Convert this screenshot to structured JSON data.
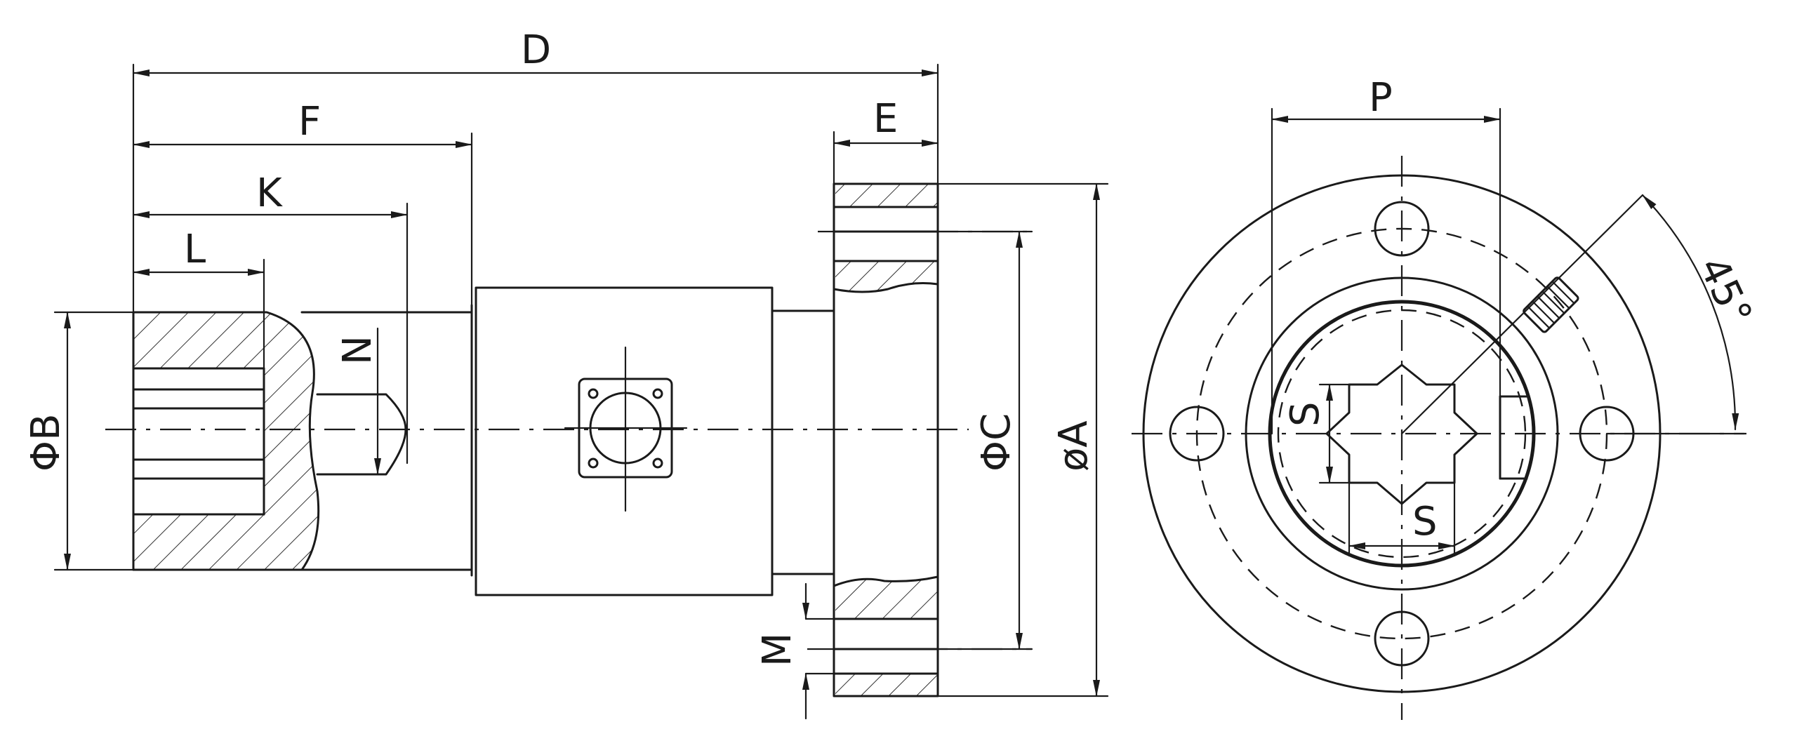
{
  "labels": {
    "D": "D",
    "F": "F",
    "K": "K",
    "L": "L",
    "E": "E",
    "N": "N",
    "M": "M",
    "phiB": "ΦB",
    "phiC": "ΦC",
    "phiA": "øA",
    "P": "P",
    "S_vertical": "S",
    "S_horizontal": "S",
    "angle": "45°"
  },
  "colors": {
    "line": "#1a1a1a",
    "background": "#ffffff"
  }
}
